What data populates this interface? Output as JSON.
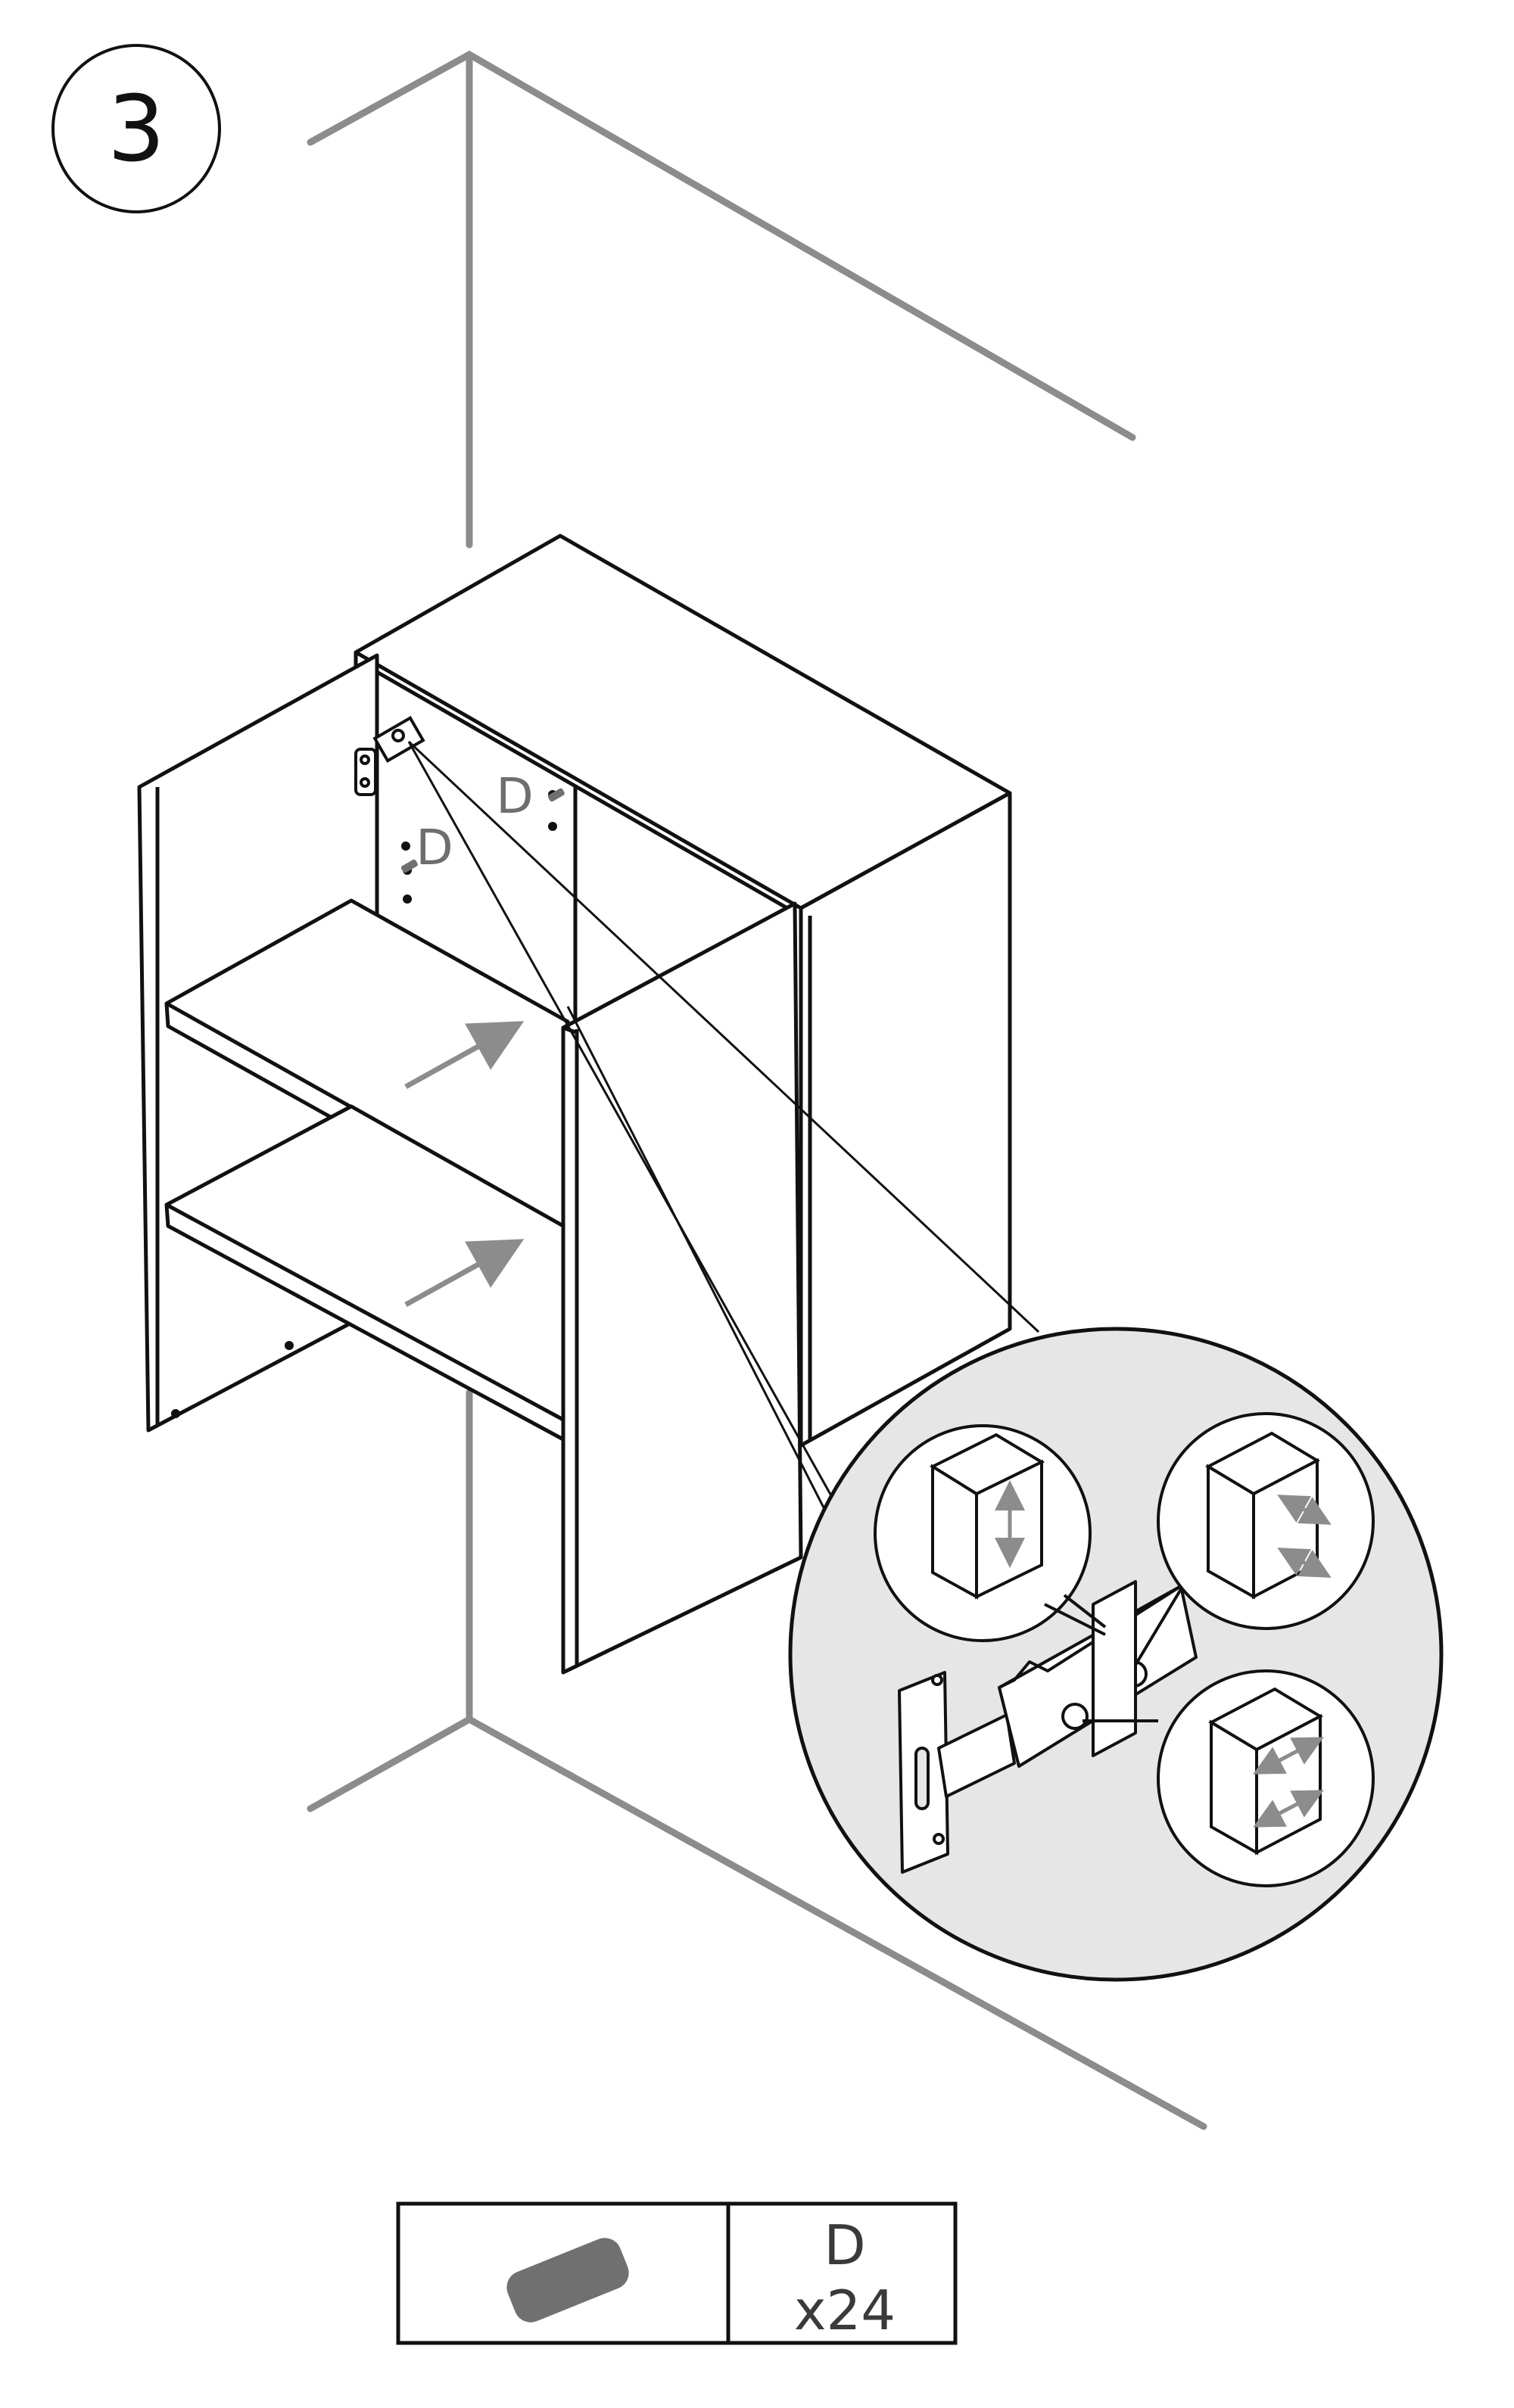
{
  "step": {
    "number": "3"
  },
  "labels": {
    "shelf_pin_back": "D",
    "shelf_pin_side": "D"
  },
  "parts": {
    "pin_id": "D",
    "pin_qty": "x24",
    "icon": "shelf-pin-icon"
  },
  "detail": {
    "adjustments": [
      "vertical",
      "depth",
      "side"
    ]
  },
  "colors": {
    "line": "#111111",
    "wall": "#8c8c8c",
    "arrow": "#8c8c8c",
    "detail_bg": "#e6e6e6",
    "label": "#6e6e6e",
    "pin": "#707070"
  }
}
